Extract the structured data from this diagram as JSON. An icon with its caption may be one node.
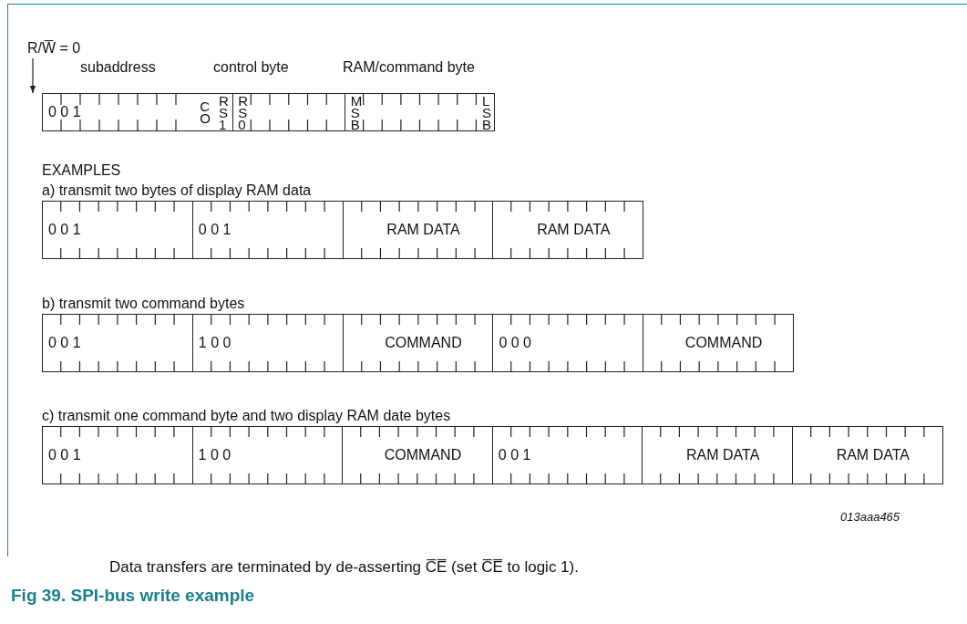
{
  "diagram": {
    "title": "Fig 39.  SPI-bus write example",
    "nodes": [
      {
        "text": [
          "R/W̅ = 0"
        ]
      },
      {
        "text": [
          "subaddress",
          "0 0 1"
        ]
      },
      {
        "text": [
          "control byte"
        ]
      },
      {
        "text": [
          "CO"
        ],
        "in": 2
      },
      {
        "text": [
          "RS1"
        ],
        "in": 2
      },
      {
        "text": [
          "RS0"
        ],
        "in": 2
      },
      {
        "text": [
          "RAM/command byte"
        ]
      },
      {
        "text": [
          "MSB"
        ],
        "in": 6
      },
      {
        "text": [
          "LSB"
        ],
        "in": 6
      },
      {
        "text": [
          "0 0 1"
        ]
      },
      {
        "text": [
          "0 0 1"
        ]
      },
      {
        "text": [
          "RAM DATA"
        ]
      },
      {
        "text": [
          "RAM DATA"
        ]
      },
      {
        "text": [
          "0 0 1"
        ]
      },
      {
        "text": [
          "1 0 0"
        ]
      },
      {
        "text": [
          "COMMAND"
        ]
      },
      {
        "text": [
          "0 0 0"
        ]
      },
      {
        "text": [
          "COMMAND"
        ]
      },
      {
        "text": [
          "0 0 1"
        ]
      },
      {
        "text": [
          "1 0 0"
        ]
      },
      {
        "text": [
          "COMMAND"
        ]
      },
      {
        "text": [
          "0 0 1"
        ]
      },
      {
        "text": [
          "RAM DATA"
        ]
      },
      {
        "text": [
          "RAM DATA"
        ]
      }
    ],
    "edges": [
      {
        "from": 0,
        "to": 1,
        "arrow": "to"
      }
    ],
    "labels": [
      "EXAMPLES",
      "a) transmit two bytes of display RAM data",
      "b) transmit two command bytes",
      "c) transmit one command byte and two display RAM date bytes",
      "013aaa465",
      "Data transfers are terminated by de-asserting C̅E̅ (set C̅E̅ to logic 1)."
    ]
  }
}
